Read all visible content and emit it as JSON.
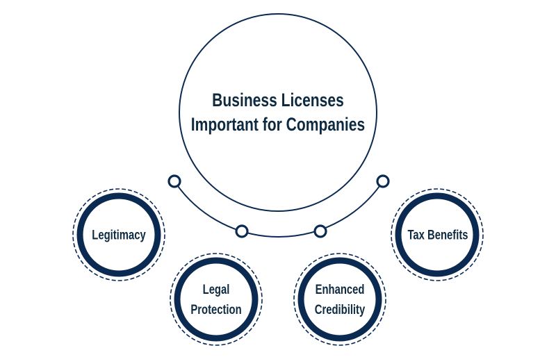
{
  "colors": {
    "navy": "#0b2a52",
    "text": "#0e2a40",
    "background": "#ffffff"
  },
  "center": {
    "title_line1": "Business Licenses",
    "title_line2": "Important for Companies"
  },
  "nodes": [
    {
      "id": "legitimacy",
      "line1": "Legitimacy",
      "line2": ""
    },
    {
      "id": "legal-protection",
      "line1": "Legal",
      "line2": "Protection"
    },
    {
      "id": "enhanced-credibility",
      "line1": "Enhanced",
      "line2": "Credibility"
    },
    {
      "id": "tax-benefits",
      "line1": "Tax Benefits",
      "line2": ""
    }
  ],
  "connector": {
    "dots": 4
  }
}
